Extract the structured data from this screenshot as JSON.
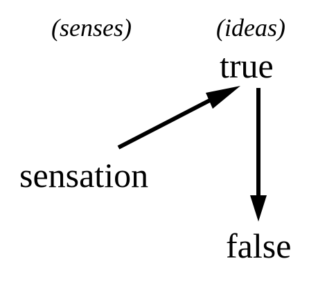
{
  "headers": {
    "left": "(senses)",
    "right": "(ideas)"
  },
  "nodes": {
    "true": "true",
    "sensation": "sensation",
    "false": "false"
  },
  "colors": {
    "ink": "#000000",
    "background": "#ffffff"
  }
}
